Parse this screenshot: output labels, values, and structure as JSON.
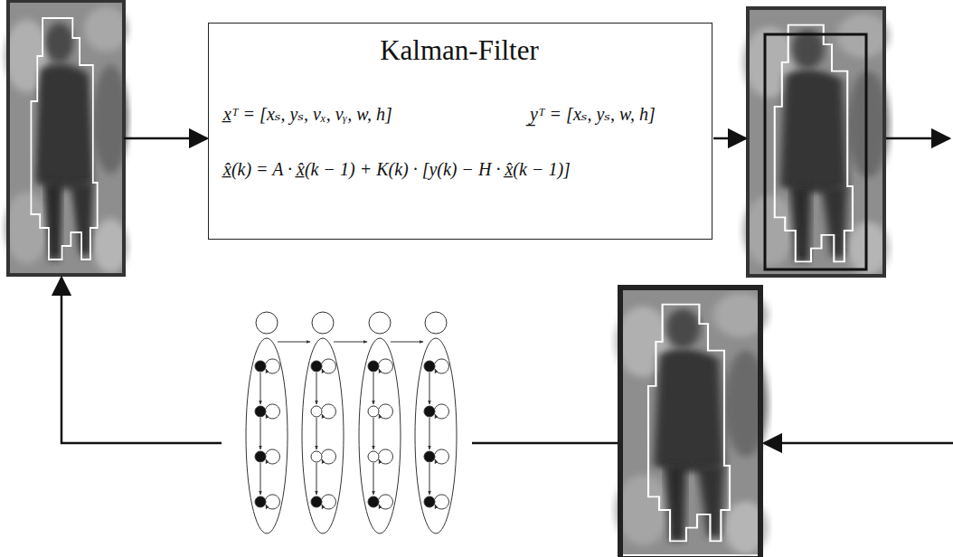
{
  "diagram": {
    "nodes": [
      {
        "text": [
          "Kalman-Filter",
          "x̲ᵀ = [xₛ, yₛ, vₓ, vᵧ, w, h]",
          "y̲ᵀ = [xₛ, yₛ, w, h]",
          "x̲̂(k) = A · x̲̂(k − 1) + K(k) · [y(k) − H · x̲̂(k − 1)]"
        ]
      }
    ]
  }
}
